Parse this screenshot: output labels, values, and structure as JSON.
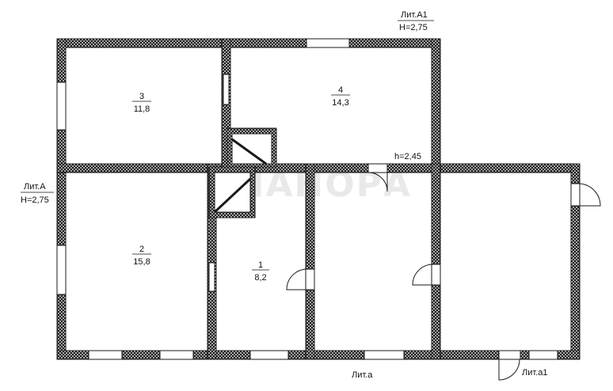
{
  "plan": {
    "rooms": [
      {
        "number": "1",
        "area": "8,2"
      },
      {
        "number": "2",
        "area": "15,8"
      },
      {
        "number": "3",
        "area": "11,8"
      },
      {
        "number": "4",
        "area": "14,3"
      }
    ],
    "labels": {
      "lit_a1": "Лит.А1",
      "h_a1": "H=2,75",
      "lit_a": "Лит.А",
      "h_a": "H=2,75",
      "h_inner": "h=2,45",
      "lit_a_lower": "Лит.а",
      "lit_a1_lower": "Лит.а1"
    },
    "watermark": "ПЛАНОРА",
    "colors": {
      "wall": "#1a1a1a",
      "background": "#ffffff",
      "label": "#111111"
    }
  }
}
